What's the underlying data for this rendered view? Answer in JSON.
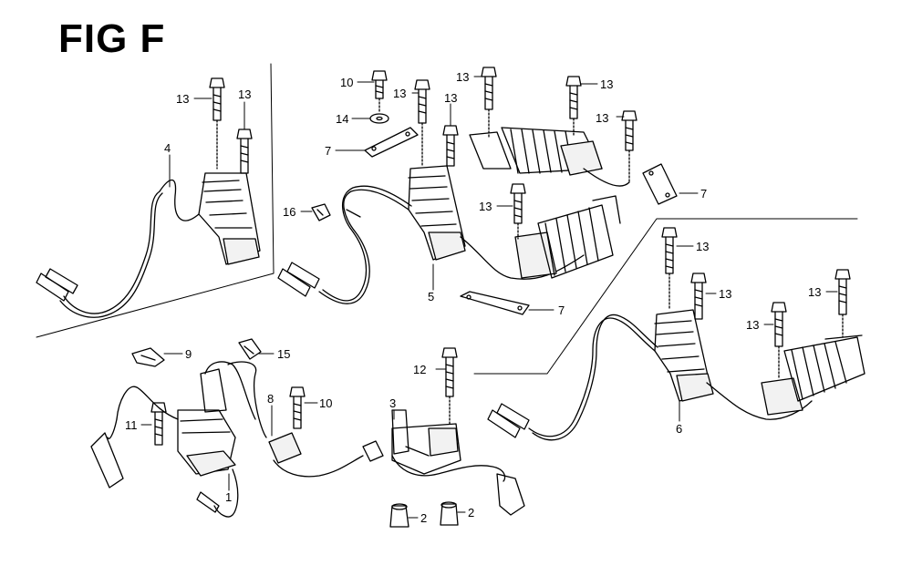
{
  "figure": {
    "title": "FIG F"
  },
  "callouts": {
    "c1": "1",
    "c2a": "2",
    "c2b": "2",
    "c3": "3",
    "c4": "4",
    "c5": "5",
    "c6": "6",
    "c7a": "7",
    "c7b": "7",
    "c7c": "7",
    "c8": "8",
    "c9": "9",
    "c10a": "10",
    "c10b": "10",
    "c11": "11",
    "c12": "12",
    "c13a": "13",
    "c13b": "13",
    "c13c": "13",
    "c13d": "13",
    "c13e": "13",
    "c13f": "13",
    "c13g": "13",
    "c13h": "13",
    "c13i": "13",
    "c13j": "13",
    "c13k": "13",
    "c13l": "13",
    "c14": "14",
    "c15": "15",
    "c16": "16"
  },
  "style": {
    "line_color": "#000000",
    "background": "#ffffff"
  }
}
